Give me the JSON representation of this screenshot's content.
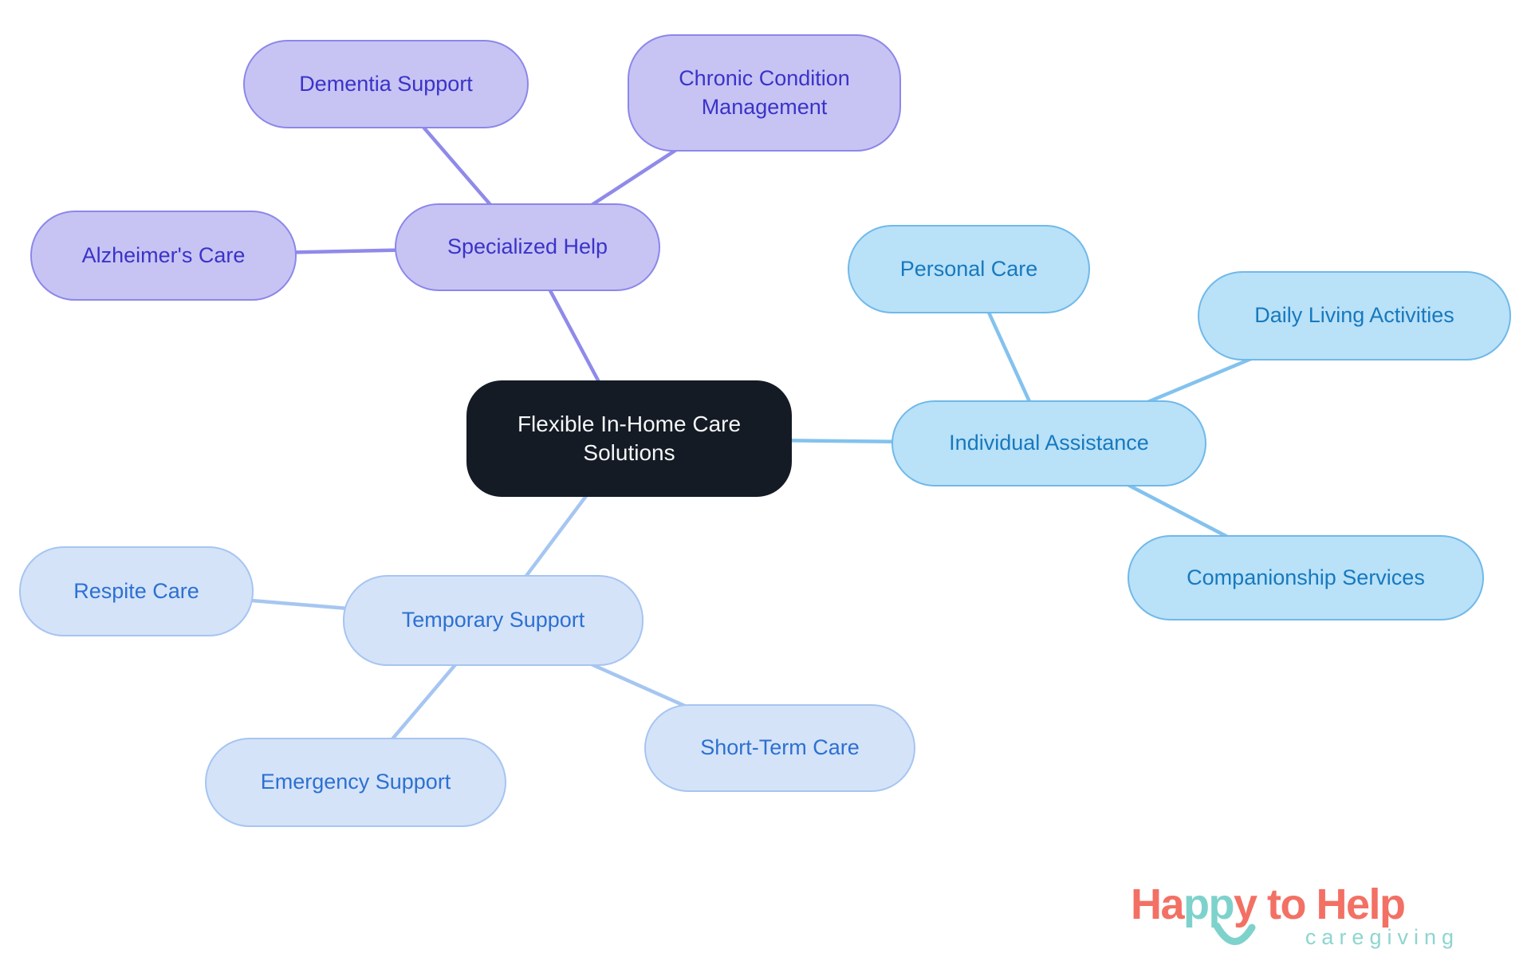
{
  "diagram": {
    "type": "mindmap",
    "background": "#ffffff",
    "center_node": {
      "label": "Flexible In-Home Care Solutions",
      "fill": "#141b24",
      "text_color": "#f4f6f8"
    },
    "branches": [
      {
        "label": "Specialized Help",
        "fill": "#c7c4f4",
        "border_color": "#8c87e9",
        "text_color": "#3b33c8",
        "link_color": "#8f8aea",
        "children": [
          {
            "label": "Dementia Support"
          },
          {
            "label": "Chronic Condition Management"
          },
          {
            "label": "Alzheimer's Care"
          }
        ]
      },
      {
        "label": "Individual Assistance",
        "fill": "#b9e1f8",
        "border_color": "#70b9e9",
        "text_color": "#1779be",
        "link_color": "#83c2ee",
        "children": [
          {
            "label": "Personal Care"
          },
          {
            "label": "Daily Living Activities"
          },
          {
            "label": "Companionship Services"
          }
        ]
      },
      {
        "label": "Temporary Support",
        "fill": "#d4e3f8",
        "border_color": "#a6c5f1",
        "text_color": "#2d70d2",
        "link_color": "#a6c6f1",
        "children": [
          {
            "label": "Respite Care"
          },
          {
            "label": "Emergency Support"
          },
          {
            "label": "Short-Term Care"
          }
        ]
      }
    ]
  },
  "logo": {
    "parts": [
      {
        "text": "Ha",
        "color": "#f37064"
      },
      {
        "text": "pp",
        "color": "#7ed2cc"
      },
      {
        "text": "y to Help",
        "color": "#f37064"
      }
    ],
    "tagline": "caregiving",
    "tagline_color": "#8dd5d0",
    "smile_color": "#7ed2cc"
  }
}
